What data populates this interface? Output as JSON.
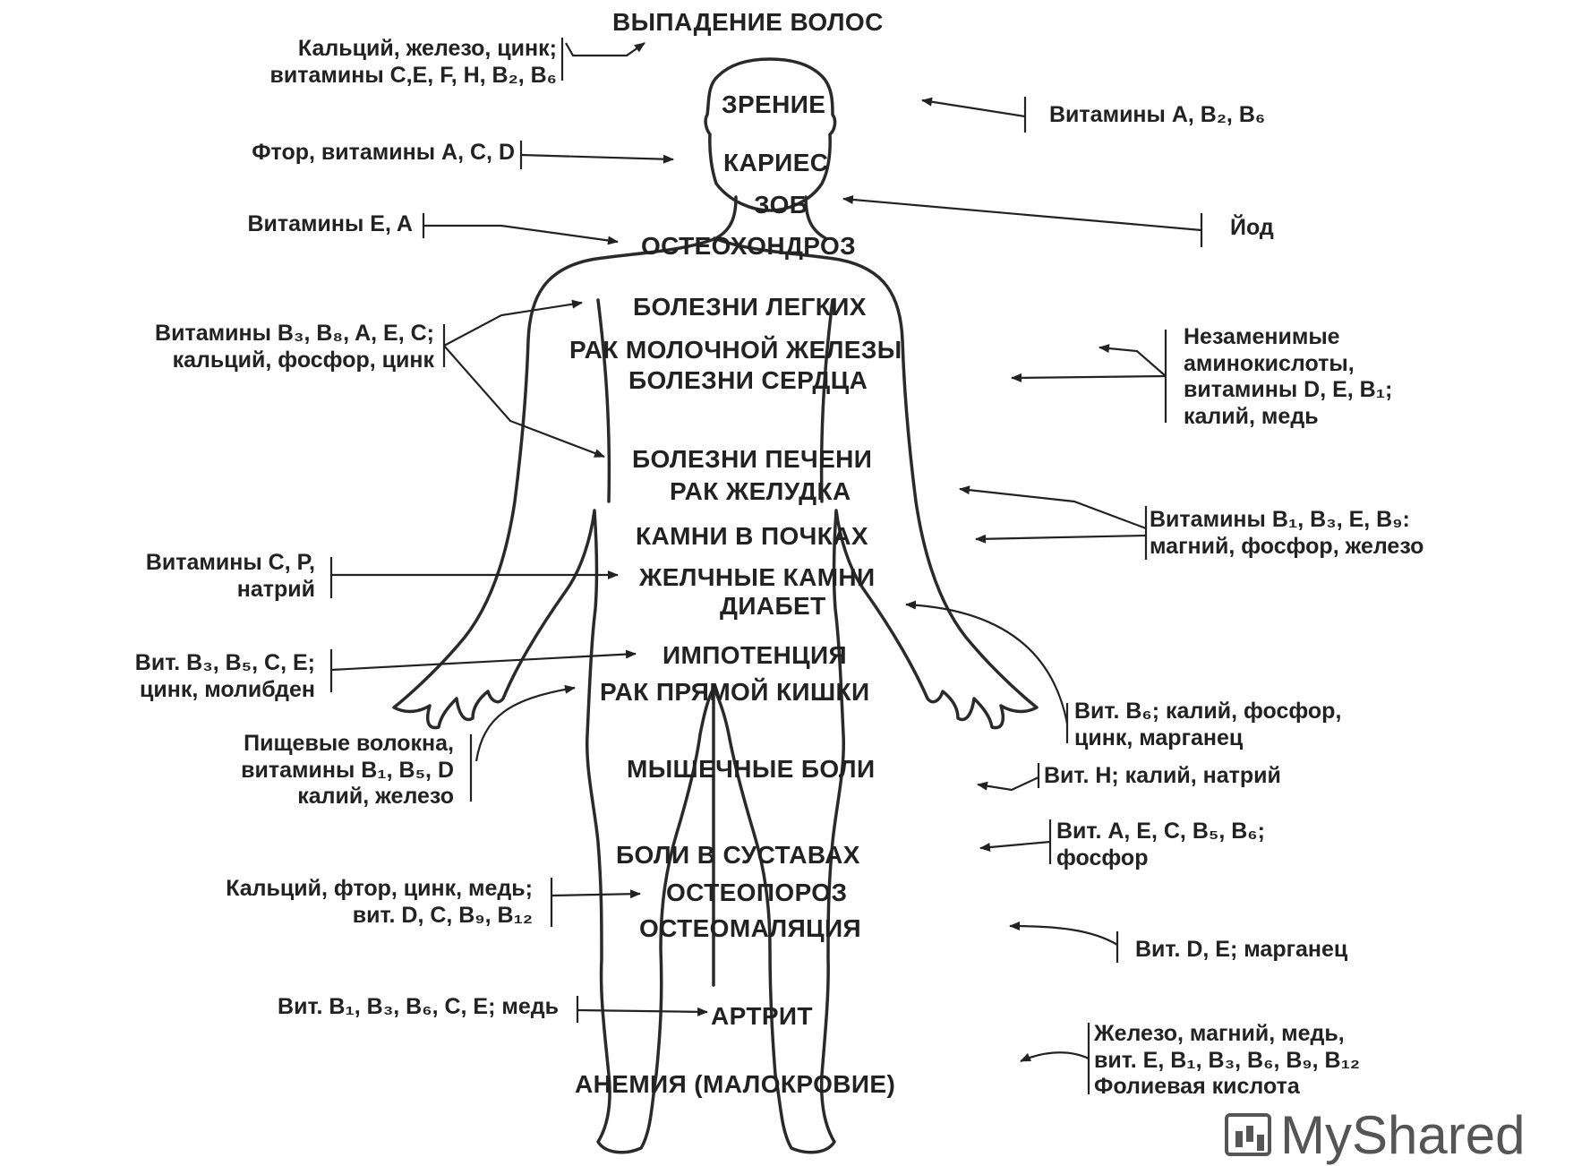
{
  "conditions": {
    "hair_loss": "ВЫПАДЕНИЕ ВОЛОС",
    "vision": "ЗРЕНИЕ",
    "caries": "КАРИЕС",
    "goiter": "ЗОБ",
    "osteochondrosis": "ОСТЕОХОНДРОЗ",
    "lung_disease": "БОЛЕЗНИ ЛЕГКИХ",
    "breast_cancer": "РАК МОЛОЧНОЙ ЖЕЛЕЗЫ",
    "heart_disease": "БОЛЕЗНИ СЕРДЦА",
    "liver_disease": "БОЛЕЗНИ ПЕЧЕНИ",
    "stomach_cancer": "РАК ЖЕЛУДКА",
    "kidney_stones": "КАМНИ В ПОЧКАХ",
    "gallstones": "ЖЕЛЧНЫЕ КАМНИ",
    "diabetes": "ДИАБЕТ",
    "impotence": "ИМПОТЕНЦИЯ",
    "rectal_cancer": "РАК ПРЯМОЙ КИШКИ",
    "muscle_pain": "МЫШЕЧНЫЕ БОЛИ",
    "joint_pain": "БОЛИ В СУСТАВАХ",
    "osteoporosis": "ОСТЕОПОРОЗ",
    "osteomalacia": "ОСТЕОМАЛЯЦИЯ",
    "arthritis": "АРТРИТ",
    "anemia": "АНЕМИЯ (МАЛОКРОВИЕ)"
  },
  "nutrients": {
    "hair": [
      "Кальций, железо, цинк;",
      "витамины C,E, F, H, B₂, B₆"
    ],
    "vision": [
      "Витамины A, B₂, B₆"
    ],
    "caries": [
      "Фтор, витамины A, C, D"
    ],
    "goiter": [
      "Йод"
    ],
    "osteochondrosis": [
      "Витамины E, A"
    ],
    "lungs_liver": [
      "Витамины B₃, B₈, A, E, C;",
      "кальций, фосфор, цинк"
    ],
    "heart": [
      "Незаменимые",
      "аминокислоты,",
      "витамины D, E, B₁;",
      "калий, медь"
    ],
    "stomach_kidney": [
      "Витамины B₁, B₃, E, B₉:",
      "магний, фосфор, железо"
    ],
    "gallstones": [
      "Витамины C, P,",
      "натрий"
    ],
    "impotence": [
      "Вит. B₃, B₅, C, E;",
      "цинк, молибден"
    ],
    "rectal": [
      "Пищевые волокна,",
      "витамины B₁, B₅, D",
      "калий, железо"
    ],
    "diabetes": [
      "Вит. B₆; калий, фосфор,",
      "цинк, марганец"
    ],
    "muscle": [
      "Вит. H; калий, натрий"
    ],
    "joints": [
      "Вит. A, E, C, B₅, B₆;",
      "фосфор"
    ],
    "osteoporosis": [
      "Кальций, фтор, цинк, медь;",
      "вит. D, C, B₉, B₁₂"
    ],
    "osteomalacia": [
      "Вит. D, E; марганец"
    ],
    "arthritis": [
      "Вит. B₁, B₃, B₆, C, E; медь"
    ],
    "anemia": [
      "Железо, магний, медь,",
      "вит. E, B₁, B₃, B₆, B₉, B₁₂",
      "Фолиевая кислота"
    ]
  },
  "watermark": "MyShared",
  "colors": {
    "ink": "#222222",
    "background": "#ffffff",
    "watermark": "#555555"
  }
}
